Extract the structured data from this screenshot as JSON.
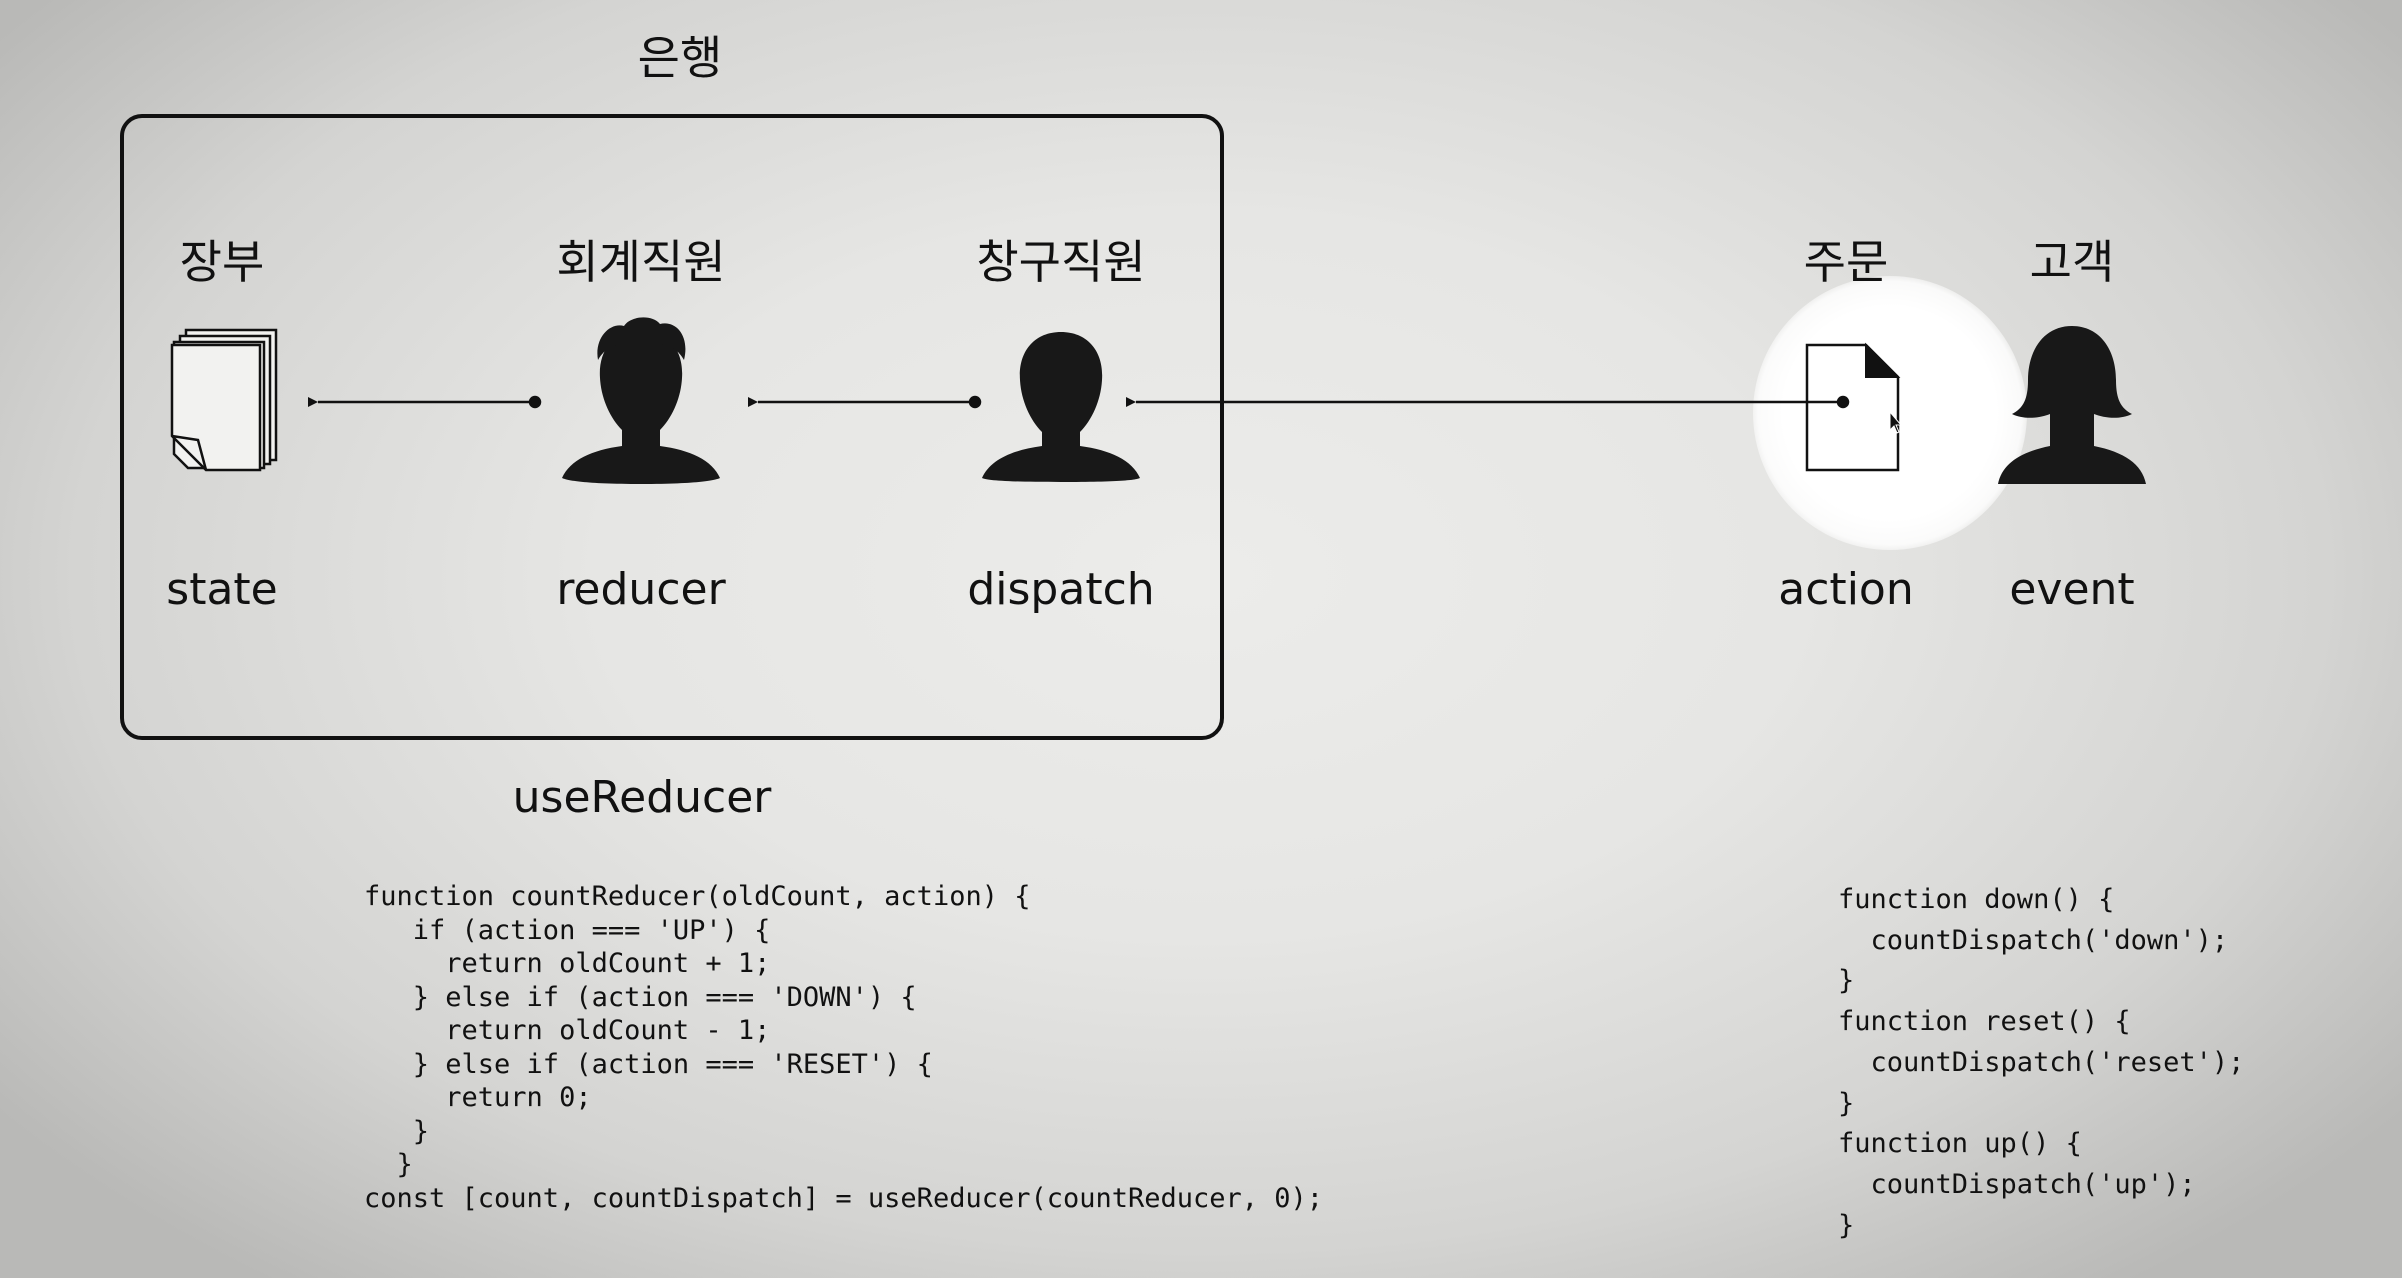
{
  "bank": {
    "title": "은행",
    "caption": "useReducer"
  },
  "nodes": [
    {
      "id": "state",
      "korean": "장부",
      "english": "state",
      "icon": "document-stack-icon"
    },
    {
      "id": "reducer",
      "korean": "회계직원",
      "english": "reducer",
      "icon": "person-male-icon"
    },
    {
      "id": "dispatch",
      "korean": "창구직원",
      "english": "dispatch",
      "icon": "person-male-icon"
    },
    {
      "id": "action",
      "korean": "주문",
      "english": "action",
      "icon": "document-icon"
    },
    {
      "id": "event",
      "korean": "고객",
      "english": "event",
      "icon": "person-female-icon"
    }
  ],
  "code_left": [
    "function countReducer(oldCount, action) {",
    "   if (action === 'UP') {",
    "     return oldCount + 1;",
    "   } else if (action === 'DOWN') {",
    "     return oldCount - 1;",
    "   } else if (action === 'RESET') {",
    "     return 0;",
    "   }",
    "  }",
    "const [count, countDispatch] = useReducer(countReducer, 0);"
  ],
  "code_right": [
    "function down() {",
    "  countDispatch('down');",
    "}",
    "function reset() {",
    "  countDispatch('reset');",
    "}",
    "function up() {",
    "  countDispatch('up');",
    "}"
  ],
  "colors": {
    "ink": "#111111",
    "highlight": "#ffffff"
  }
}
